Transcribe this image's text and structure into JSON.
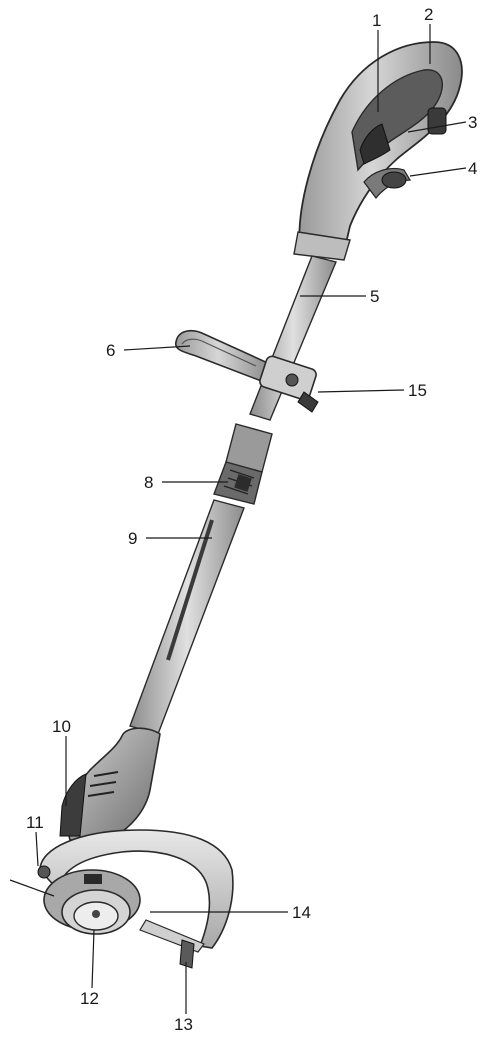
{
  "diagram": {
    "callouts": [
      {
        "number": "1"
      },
      {
        "number": "2"
      },
      {
        "number": "3"
      },
      {
        "number": "4"
      },
      {
        "number": "5"
      },
      {
        "number": "6"
      },
      {
        "number": "8"
      },
      {
        "number": "9"
      },
      {
        "number": "10"
      },
      {
        "number": "11"
      },
      {
        "number": "12"
      },
      {
        "number": "13"
      },
      {
        "number": "14"
      },
      {
        "number": "15"
      }
    ]
  }
}
